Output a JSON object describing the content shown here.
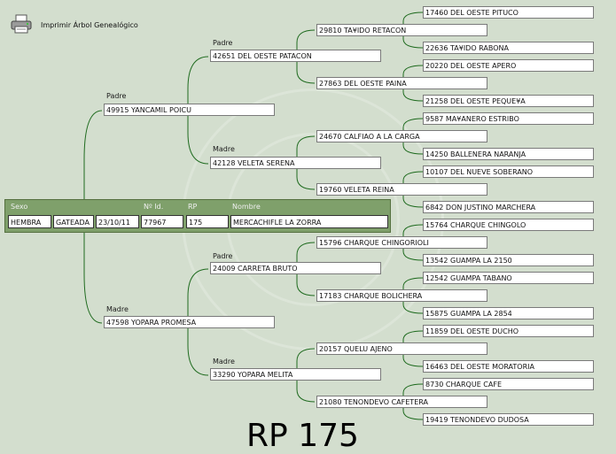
{
  "toolbar": {
    "print_label": "Imprimir Árbol Genealógico"
  },
  "root": {
    "headers": {
      "sexo": "Sexo",
      "id": "Nº Id.",
      "rp": "RP",
      "nombre": "Nombre"
    },
    "sexo": "HEMBRA",
    "pelaje": "GATEADA",
    "fecha": "23/10/11",
    "id": "77967",
    "rp": "175",
    "nombre": "MERCACHIFLE LA ZORRA"
  },
  "labels": {
    "padre": "Padre",
    "madre": "Madre"
  },
  "gen1": {
    "padre": "49915 YANCAMIL POICU",
    "madre": "47598 YOPARA PROMESA"
  },
  "gen2": {
    "pp": "42651 DEL OESTE PATACON",
    "pm": "42128 VELETA SERENA",
    "mp": "24009 CARRETA BRUTO",
    "mm": "33290 YOPARA MELITA"
  },
  "gen3": [
    "29810 TA¥IDO RETACON",
    "27863 DEL OESTE PAINA",
    "24670 CALFIAO A LA CARGA",
    "19760 VELETA REINA",
    "15796 CHARQUE CHINGORIOLI",
    "17183 CHARQUE BOLICHERA",
    "20157 QUELU AJENO",
    "21080 TENONDEVO CAFETERA"
  ],
  "gen4": [
    "17460 DEL OESTE PITUCO",
    "22636 TA¥IDO RABONA",
    "20220 DEL OESTE APERO",
    "21258 DEL OESTE PEQUE¥A",
    "9587 MA¥ANERO ESTRIBO",
    "14250 BALLENERA NARANJA",
    "10107 DEL NUEVE SOBERANO",
    "6842 DON JUSTINO MARCHERA",
    "15764 CHARQUE CHINGOLO",
    "13542 GUAMPA LA 2150",
    "12542 GUAMPA TABANO",
    "15875 GUAMPA LA 2854",
    "11859 DEL OESTE DUCHO",
    "16463 DEL OESTE MORATORIA",
    "8730 CHARQUE CAFE",
    "19419 TENONDEVO DUDOSA"
  ],
  "footer": {
    "title": "RP 175"
  }
}
